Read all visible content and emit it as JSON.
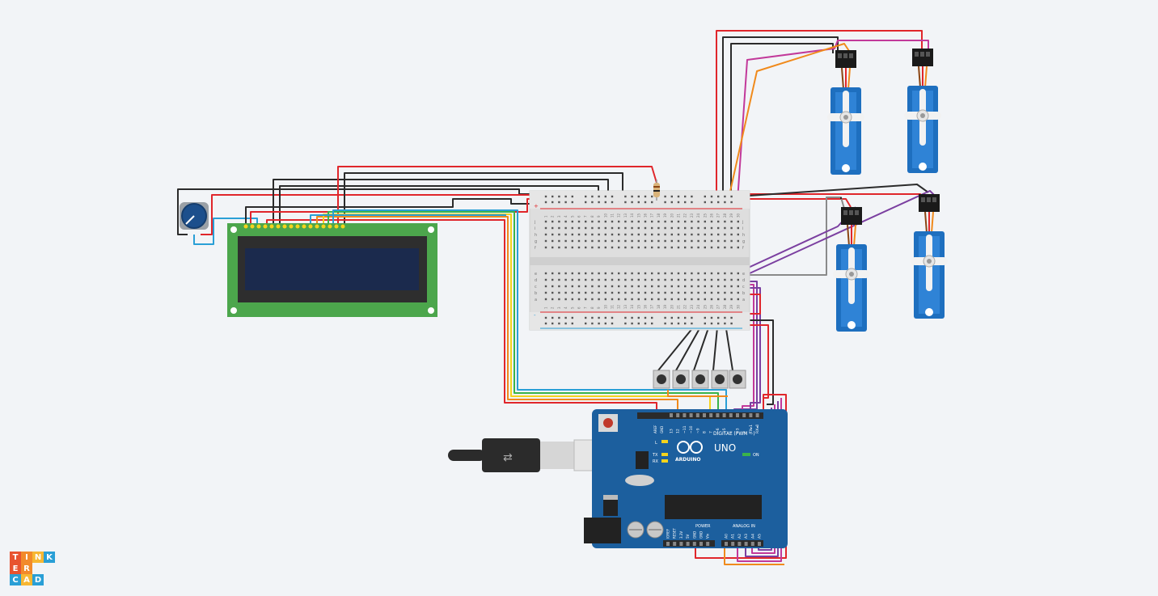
{
  "app": {
    "logo_letters": [
      "T",
      "I",
      "N",
      "K",
      "E",
      "R",
      "C",
      "A",
      "D"
    ],
    "logo_colors": [
      "#e8532f",
      "#f28a2b",
      "#f7b733",
      "#2a9fd6",
      "#e8532f",
      "#f28a2b",
      "#2a9fd6",
      "#f7b733",
      "#2a9fd6"
    ]
  },
  "arduino": {
    "label_aref": "AREF",
    "label_gnd": "GND",
    "label_digital": "DIGITAL (PWM ~)",
    "label_brand": "ARDUINO",
    "label_model": "UNO",
    "label_on": "ON",
    "label_l": "L",
    "label_tx": "TX",
    "label_rx": "RX",
    "label_power": "POWER",
    "label_analog": "ANALOG IN",
    "digital_pins": [
      "13",
      "12",
      "~11",
      "~10",
      "~9",
      "8",
      "7",
      "~6",
      "~5",
      "4",
      "~3",
      "2",
      "TX▸1",
      "RX◂0"
    ],
    "analog_pins": [
      "A0",
      "A1",
      "A2",
      "A3",
      "A4",
      "A5"
    ],
    "power_pins": [
      "IOREF",
      "RESET",
      "3.3V",
      "5V",
      "GND",
      "GND",
      "Vin"
    ]
  },
  "breadboard": {
    "column_numbers": [
      "1",
      "2",
      "3",
      "4",
      "5",
      "6",
      "7",
      "8",
      "9",
      "10",
      "11",
      "12",
      "13",
      "14",
      "15",
      "16",
      "17",
      "18",
      "19",
      "20",
      "21",
      "22",
      "23",
      "24",
      "25",
      "26",
      "27",
      "28",
      "29",
      "30"
    ],
    "row_letters_top": [
      "j",
      "i",
      "h",
      "g",
      "f"
    ],
    "row_letters_bottom": [
      "e",
      "d",
      "c",
      "b",
      "a"
    ],
    "rail_plus": "+",
    "rail_minus": "-"
  },
  "colors": {
    "wire_red": "#e0262b",
    "wire_black": "#2b2b2b",
    "wire_orange": "#f08a1c",
    "wire_magenta": "#c2399a",
    "wire_purple": "#7b3fa0",
    "wire_yellow": "#f5d31c",
    "wire_green": "#3bb34a",
    "wire_blue": "#2a9fd6",
    "wire_gray": "#8a8a8a",
    "servo_blue": "#1e6fbf",
    "arduino_blue": "#1c5f9e",
    "lcd_green": "#4ca64c",
    "lcd_screen": "#1b2a4d"
  }
}
